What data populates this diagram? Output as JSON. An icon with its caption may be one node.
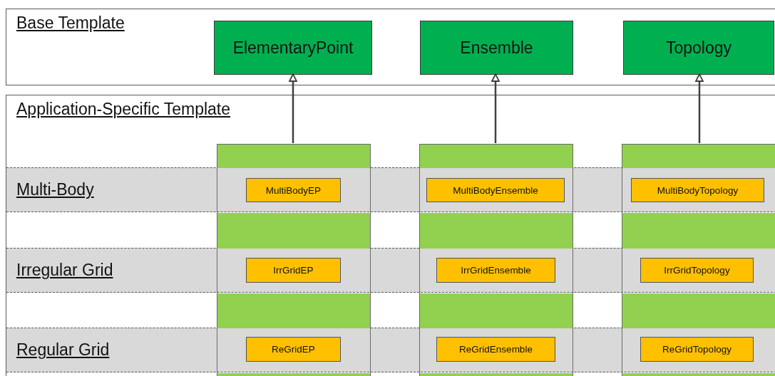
{
  "diagram": {
    "nodes": [
      {
        "text": [
          "Base Template"
        ]
      },
      {
        "text": [
          "ElementaryPoint"
        ],
        "in": 0
      },
      {
        "text": [
          "Ensemble"
        ],
        "in": 0
      },
      {
        "text": [
          "Topology"
        ],
        "in": 0
      },
      {
        "text": [
          "Application-Specific Template"
        ]
      },
      {
        "text": [],
        "shape": "bar",
        "in": 4
      },
      {
        "text": [],
        "shape": "bar",
        "in": 4
      },
      {
        "text": [],
        "shape": "bar",
        "in": 4
      },
      {
        "text": [
          "Multi-Body"
        ],
        "in": 4
      },
      {
        "text": [
          "MultiBodyEP"
        ]
      },
      {
        "text": [
          "MultiBodyEnsemble"
        ]
      },
      {
        "text": [
          "MultiBodyTopology"
        ]
      },
      {
        "text": [
          "Irregular Grid"
        ],
        "in": 4
      },
      {
        "text": [
          "IrrGridEP"
        ]
      },
      {
        "text": [
          "IrrGridEnsemble"
        ]
      },
      {
        "text": [
          "IrrGridTopology"
        ]
      },
      {
        "text": [
          "Regular Grid"
        ],
        "in": 4
      },
      {
        "text": [
          "ReGridEP"
        ]
      },
      {
        "text": [
          "ReGridEnsemble"
        ]
      },
      {
        "text": [
          "ReGridTopology"
        ]
      }
    ],
    "edges": [
      {
        "from": 5,
        "to": 1,
        "arrow": "to"
      },
      {
        "from": 6,
        "to": 2,
        "arrow": "to"
      },
      {
        "from": 7,
        "to": 3,
        "arrow": "to"
      }
    ]
  }
}
